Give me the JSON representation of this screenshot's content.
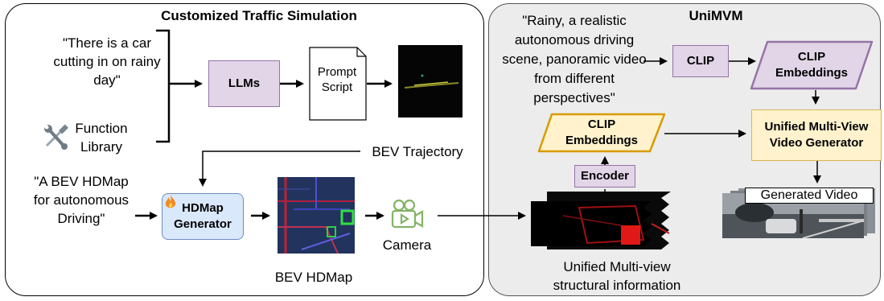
{
  "left_panel": {
    "title": "Customized Traffic Simulation",
    "prompt_quote": "\"There is a car cutting in on rainy day\"",
    "function_library_label": "Function Library",
    "llms_label": "LLMs",
    "prompt_script_label": "Prompt Script",
    "bev_trajectory_label": "BEV Trajectory",
    "hdmap_quote": "\"A BEV HDMap for autonomous Driving\"",
    "hdmap_generator_label": "HDMap Generator",
    "bev_hdmap_label": "BEV HDMap",
    "camera_label": "Camera"
  },
  "right_panel": {
    "title": "UniMVM",
    "text_prompt": "\"Rainy, a realistic autonomous driving scene, panoramic video from different perspectives\"",
    "clip_label": "CLIP",
    "clip_embeddings_top": "CLIP Embeddings",
    "clip_embeddings_left": "CLIP Embeddings",
    "encoder_label": "Encoder",
    "generator_label": "Unified Multi-View Video Generator",
    "generated_video_label": "Generated Video",
    "structural_info_label": "Unified Multi-view structural information"
  },
  "icons": {
    "tools": "wrench-screwdriver-icon",
    "fire": "fire-icon",
    "camera": "video-camera-icon"
  },
  "colors": {
    "purple_fill": "#e1d5e7",
    "purple_stroke": "#9673a6",
    "yellow_fill": "#fff2cc",
    "yellow_stroke": "#d6b656",
    "blue_fill": "#dae8fc",
    "blue_stroke": "#6c8ebf",
    "camera_green": "#82b366"
  }
}
